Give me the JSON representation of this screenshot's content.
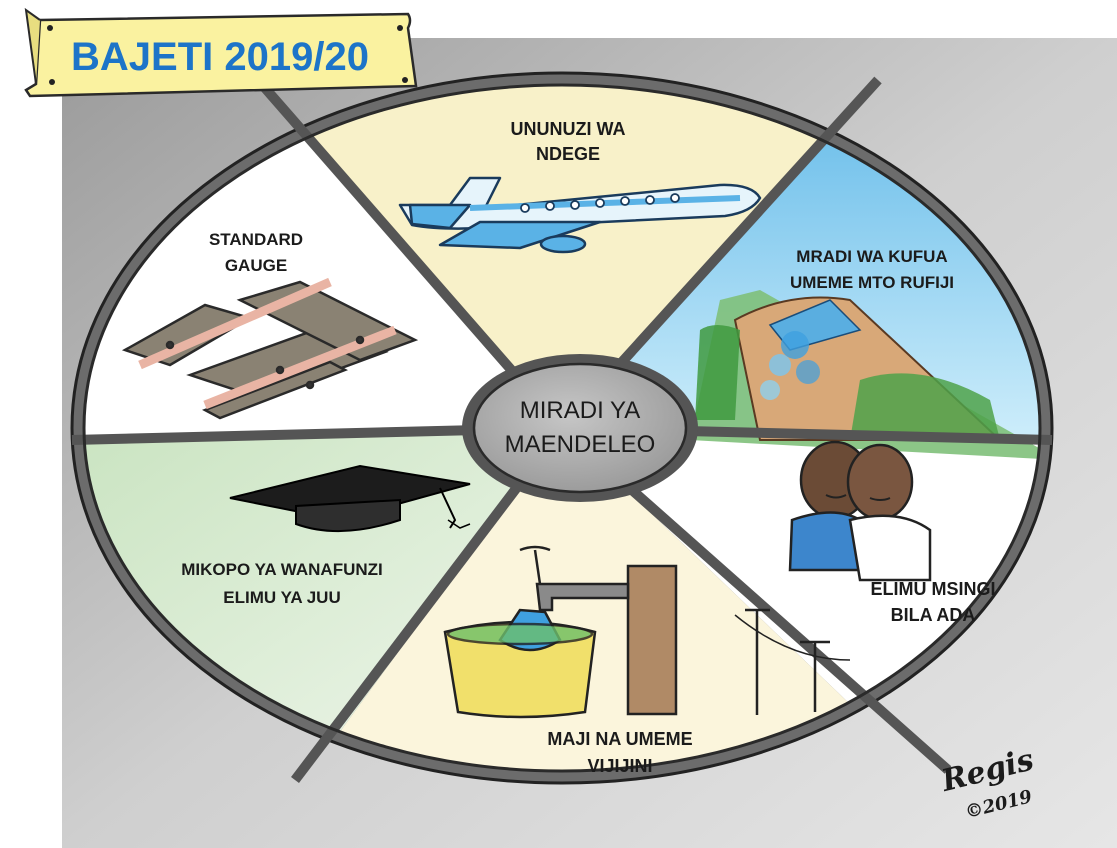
{
  "banner": {
    "title": "BAJETI 2019/20"
  },
  "hub": {
    "line1": "MIRADI YA",
    "line2": "MAENDELEO"
  },
  "segments": [
    {
      "id": "ndege",
      "line1": "UNUNUZI WA",
      "line2": "NDEGE",
      "icon": "airplane-icon",
      "color": "#f8f1c9"
    },
    {
      "id": "umeme",
      "line1": "MRADI WA KUFUA",
      "line2": "UMEME MTO RUFIJI",
      "icon": "dam-icon",
      "color": "#8fd0ee"
    },
    {
      "id": "elimu",
      "line1": "ELIMU MSINGI",
      "line2": "BILA ADA",
      "icon": "students-icon",
      "color": "#ffffff"
    },
    {
      "id": "maji",
      "line1": "MAJI NA UMEME",
      "line2": "VIJIJINI",
      "icon": "water-tap-icon",
      "color": "#fbf5dc"
    },
    {
      "id": "mikopo",
      "line1": "MIKOPO YA WANAFUNZI",
      "line2": "ELIMU YA JUU",
      "icon": "graduation-cap-icon",
      "color": "#dcedd6"
    },
    {
      "id": "reli",
      "line1": "STANDARD",
      "line2": "GAUGE",
      "icon": "railway-track-icon",
      "color": "#ffffff"
    }
  ],
  "signature": {
    "name": "Regis",
    "copyright": "©2019"
  }
}
